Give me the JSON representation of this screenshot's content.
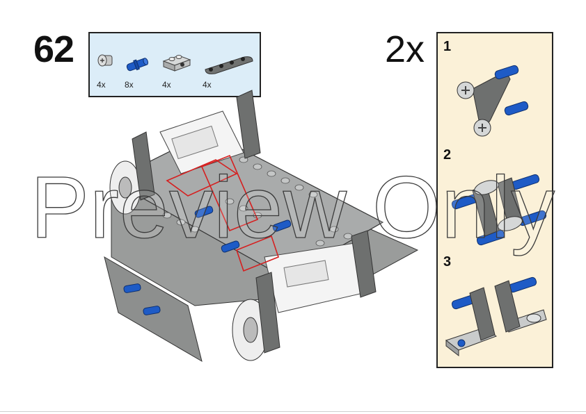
{
  "step": {
    "number": "62"
  },
  "parts": [
    {
      "icon": "axle-pin-light-gray-icon",
      "count": "4x"
    },
    {
      "icon": "pin-blue-icon",
      "count": "8x"
    },
    {
      "icon": "plate-with-pin-hole-light-gray-icon",
      "count": "4x"
    },
    {
      "icon": "liftarm-thick-dark-gray-icon",
      "count": "4x"
    }
  ],
  "subassembly": {
    "multiplier": "2x",
    "steps": [
      {
        "label": "1"
      },
      {
        "label": "2"
      },
      {
        "label": "3"
      }
    ]
  },
  "watermark": "Preview Only",
  "colors": {
    "parts_box_bg": "#dcedf8",
    "subassembly_bg": "#fbf1d8",
    "blue_pin": "#1e5bc6",
    "dark_gray": "#6b6d6b",
    "light_gray": "#b9bbbb",
    "highlight": "#d61f1f"
  }
}
